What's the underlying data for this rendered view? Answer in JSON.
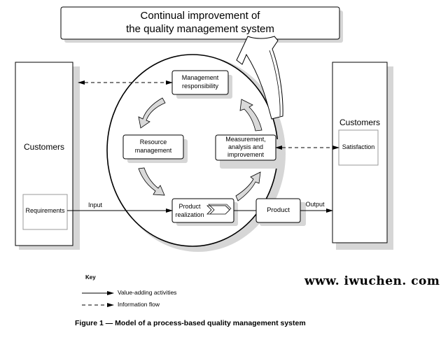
{
  "diagram": {
    "banner": {
      "line1": "Continual improvement of",
      "line2": "the quality management system"
    },
    "left_customers": {
      "title": "Customers",
      "inner": "Requirements"
    },
    "right_customers": {
      "title": "Customers",
      "inner": "Satisfaction"
    },
    "processes": {
      "management": [
        "Management",
        "responsibility"
      ],
      "resource": [
        "Resource",
        "management"
      ],
      "measurement": [
        "Measurement,",
        "analysis and",
        "improvement"
      ],
      "realization": [
        "Product",
        "realization"
      ],
      "product": "Product"
    },
    "flows": {
      "input": "Input",
      "output": "Output"
    },
    "key": {
      "title": "Key",
      "value_adding": "Value-adding activities",
      "information": "Information flow"
    },
    "caption": "Figure 1 — Model of a process-based quality management system",
    "watermark": "www. iwuchen. com"
  },
  "colors": {
    "line": "#000000",
    "shadow": "#d6d6d6",
    "arrow_fill": "#d9d9d9",
    "inner_box_border": "#9a9a9a"
  }
}
